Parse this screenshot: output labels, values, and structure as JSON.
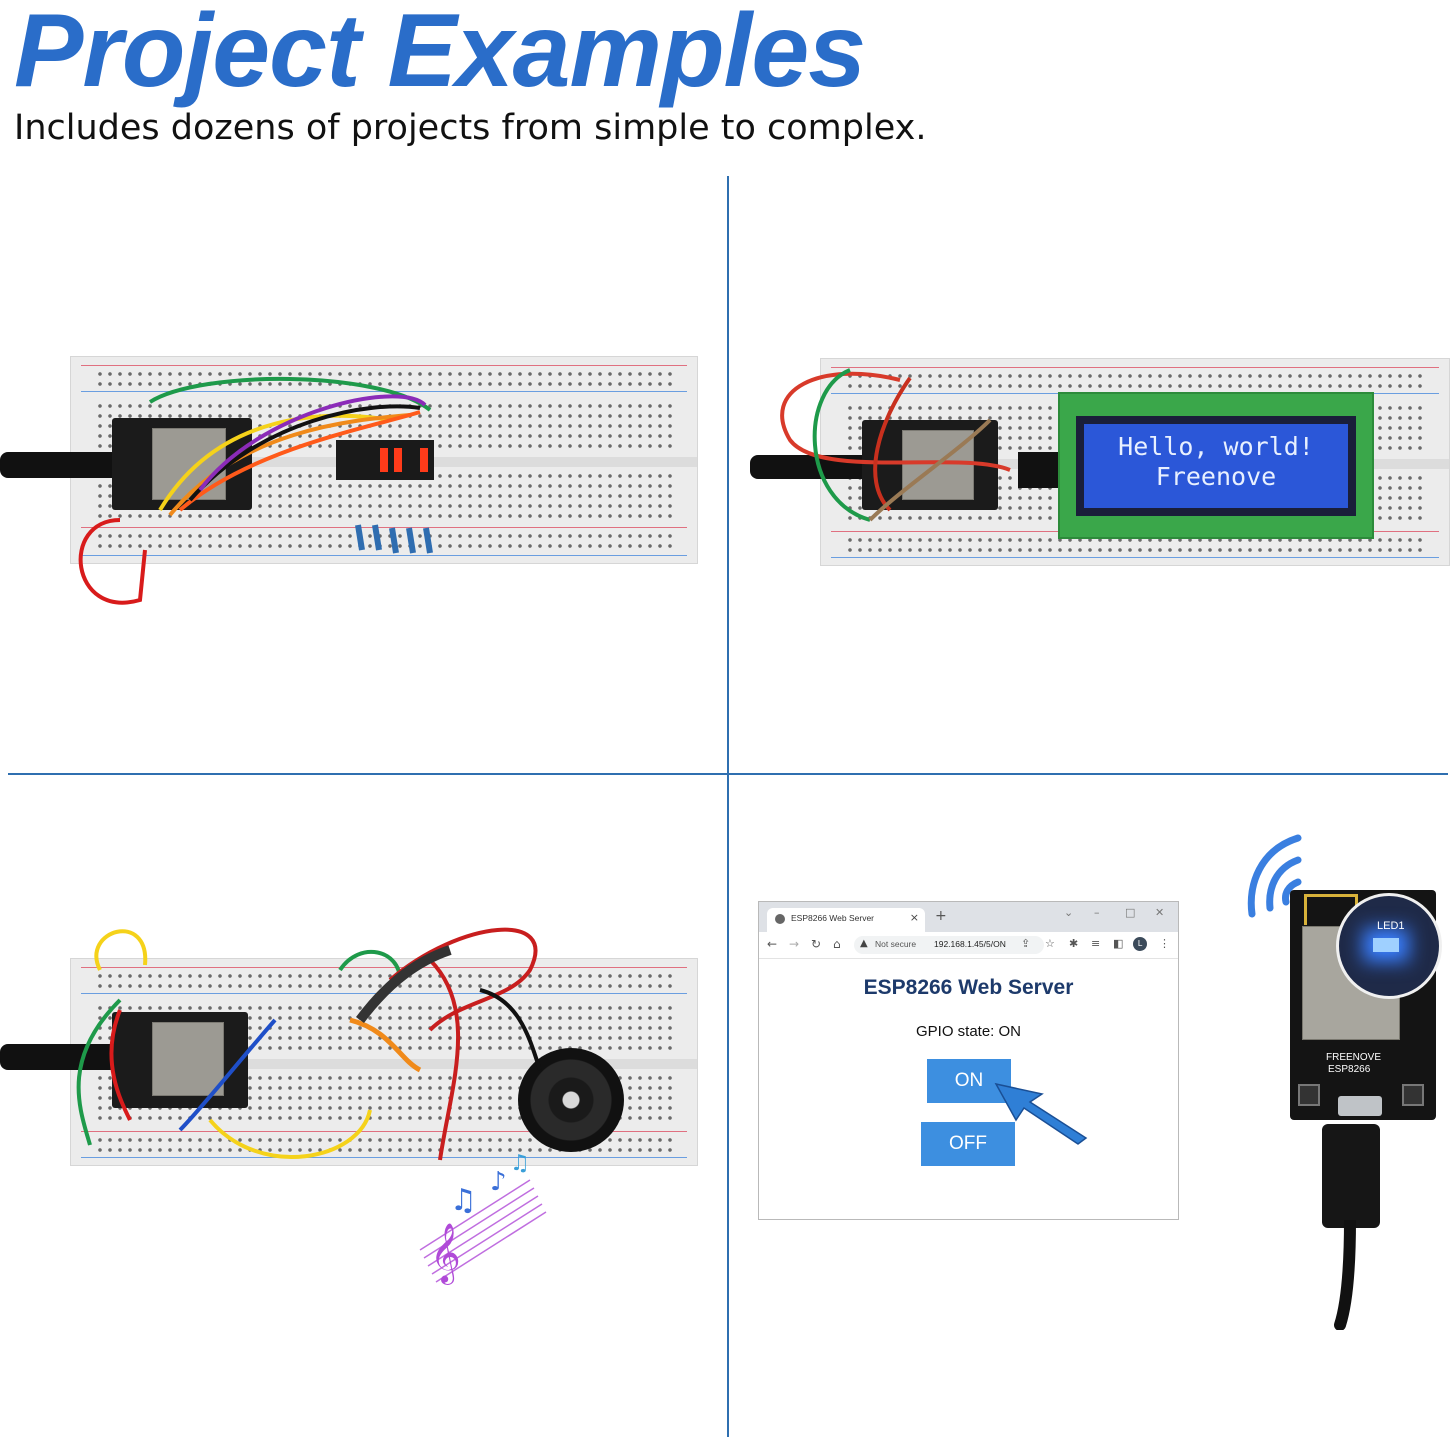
{
  "header": {
    "title": "Project Examples",
    "subtitle": "Includes dozens of projects from simple to complex."
  },
  "lcd": {
    "line1": "Hello, world!",
    "line2": "Freenove"
  },
  "browser": {
    "tab_title": "ESP8266 Web Server",
    "tab_close": "×",
    "new_tab": "+",
    "not_secure": "Not secure",
    "url": "192.168.1.45/5/ON",
    "avatar_letter": "L",
    "heading": "ESP8266 Web Server",
    "gpio_state": "GPIO state: ON",
    "on_label": "ON",
    "off_label": "OFF"
  },
  "module": {
    "led_label": "LED1",
    "brand": "FREENOVE",
    "model": "ESP8266"
  },
  "colors": {
    "title_blue": "#2a6dc9",
    "divider_blue": "#2f6fb0",
    "web_button": "#3d8fe0",
    "lcd_blue": "#2b57d8",
    "wifi_blue": "#3a7fe0"
  }
}
